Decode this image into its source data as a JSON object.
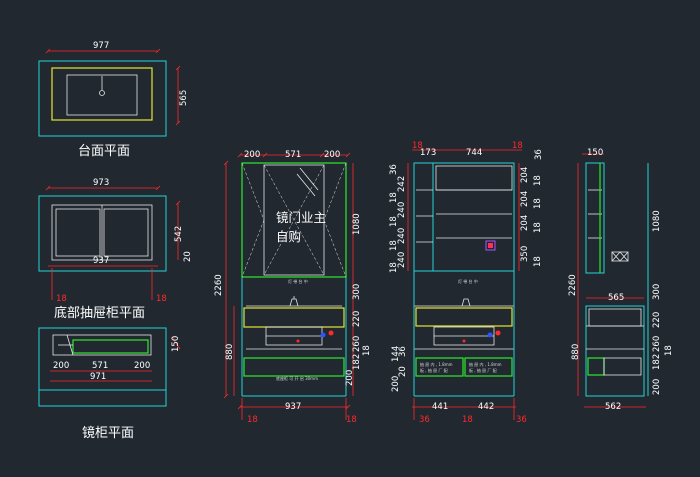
{
  "captions": {
    "countertop_plan": "台面平面",
    "bottom_drawer_plan": "底部抽屉柜平面",
    "mirror_cabinet_plan": "镜柜平面"
  },
  "mirror_note": {
    "line1": "镜门业主",
    "line2": "自购"
  },
  "plan1": {
    "width": "977",
    "depth": "565"
  },
  "plan2": {
    "width": "973",
    "inner": "937",
    "side_l": "18",
    "side_r": "18",
    "depth": "542",
    "toe": "20"
  },
  "plan3": {
    "depth": "150",
    "d1": "200",
    "d2": "571",
    "d3": "200",
    "total": "971"
  },
  "front": {
    "top_l": "200",
    "top_m": "571",
    "top_r": "200",
    "total_h": "2260",
    "mirror_h": "1080",
    "gap_h": "300",
    "base_h": "880",
    "h220": "220",
    "h260": "260",
    "h200": "200",
    "h182": "182",
    "h18": "18",
    "width": "937",
    "side_l": "18",
    "side_r": "18",
    "label_small": "灯 带 台 中",
    "label_bottom": "底座柜 可 开 启 30mm"
  },
  "section": {
    "t18a": "18",
    "t744": "744",
    "t18b": "18",
    "t173": "173",
    "t36l": "36",
    "l242": "242",
    "l18a": "18",
    "l240a": "240",
    "l18b": "18",
    "l240b": "240",
    "l18c": "18",
    "l240c": "240",
    "l18d": "18",
    "t36r": "36",
    "r204a": "204",
    "r18a": "18",
    "r204b": "204",
    "r18b": "18",
    "r204c": "204",
    "r18c": "18",
    "r350": "350",
    "r18d": "18",
    "l144": "144",
    "l36b": "36",
    "l200": "200",
    "l20": "20",
    "b36a": "36",
    "b441": "441",
    "b18": "18",
    "b442": "442",
    "b36b": "36",
    "box1": "抽 屉 内 , 1.8mm",
    "box1b": "板 , 抽 屉 厂 配",
    "box2": "抽 屉 内 , 1.8mm",
    "box2b": "板 , 抽 屉 厂 配"
  },
  "side": {
    "top": "150",
    "h1080": "1080",
    "h2260": "2260",
    "h300": "300",
    "w565": "565",
    "h220": "220",
    "h880": "880",
    "h260": "260",
    "h200": "200",
    "h182": "182",
    "h18": "18",
    "w562": "562"
  }
}
